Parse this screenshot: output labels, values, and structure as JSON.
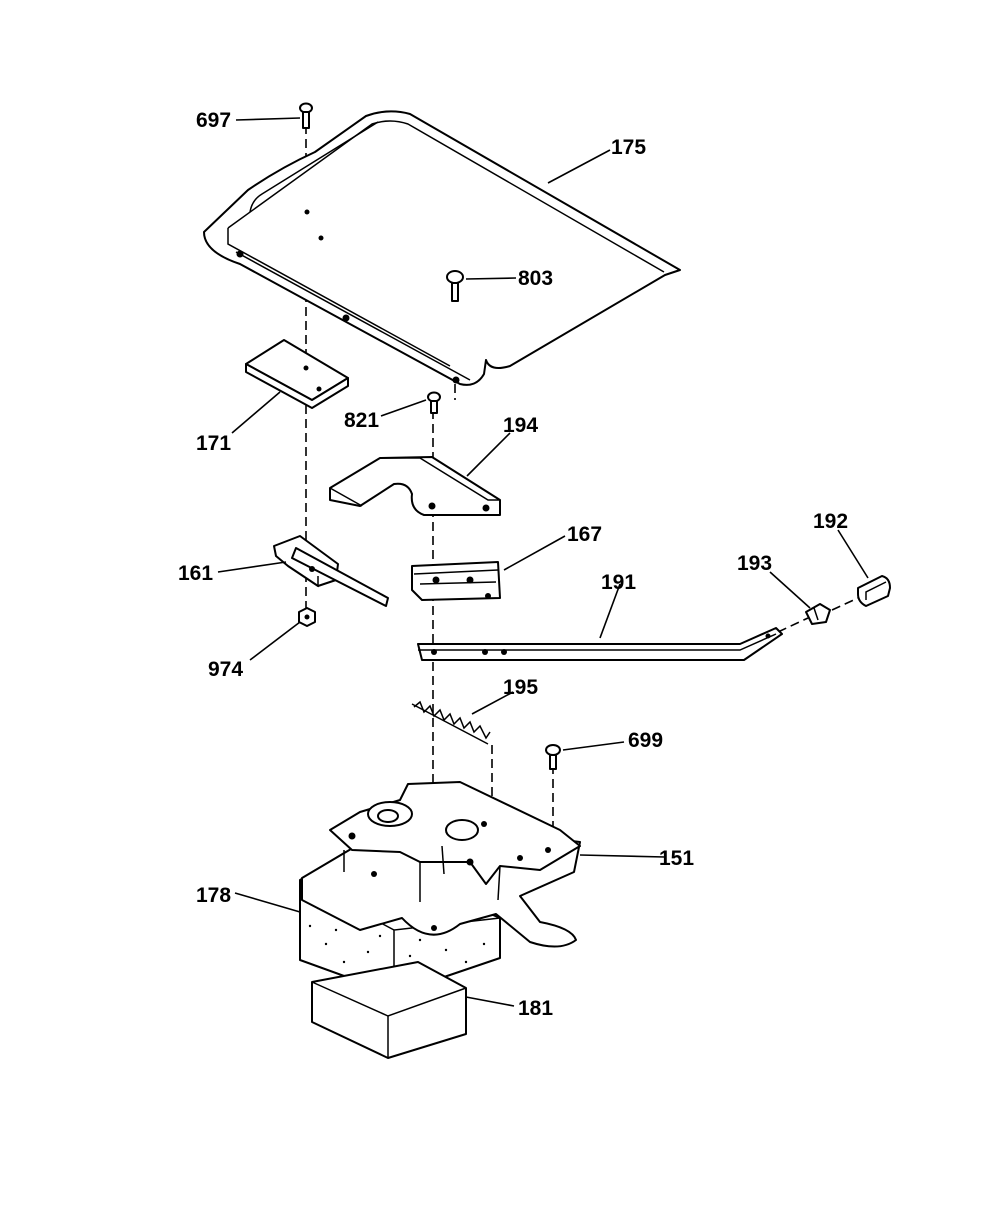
{
  "diagram": {
    "style": {
      "line_color": "#000000",
      "background": "#ffffff"
    },
    "parts": [
      {
        "id": "697",
        "label": "697",
        "kind": "screw"
      },
      {
        "id": "175",
        "label": "175",
        "kind": "cover-panel"
      },
      {
        "id": "803",
        "label": "803",
        "kind": "screw"
      },
      {
        "id": "821",
        "label": "821",
        "kind": "screw"
      },
      {
        "id": "171",
        "label": "171",
        "kind": "insulator-plate"
      },
      {
        "id": "194",
        "label": "194",
        "kind": "bracket"
      },
      {
        "id": "167",
        "label": "167",
        "kind": "switch-block"
      },
      {
        "id": "161",
        "label": "161",
        "kind": "micro-switch"
      },
      {
        "id": "192",
        "label": "192",
        "kind": "knob"
      },
      {
        "id": "193",
        "label": "193",
        "kind": "clip"
      },
      {
        "id": "191",
        "label": "191",
        "kind": "handle-rod"
      },
      {
        "id": "974",
        "label": "974",
        "kind": "nut"
      },
      {
        "id": "195",
        "label": "195",
        "kind": "spring"
      },
      {
        "id": "699",
        "label": "699",
        "kind": "screw"
      },
      {
        "id": "151",
        "label": "151",
        "kind": "latch-assembly"
      },
      {
        "id": "178",
        "label": "178",
        "kind": "insulation-block"
      },
      {
        "id": "181",
        "label": "181",
        "kind": "insulation-pad"
      }
    ]
  }
}
